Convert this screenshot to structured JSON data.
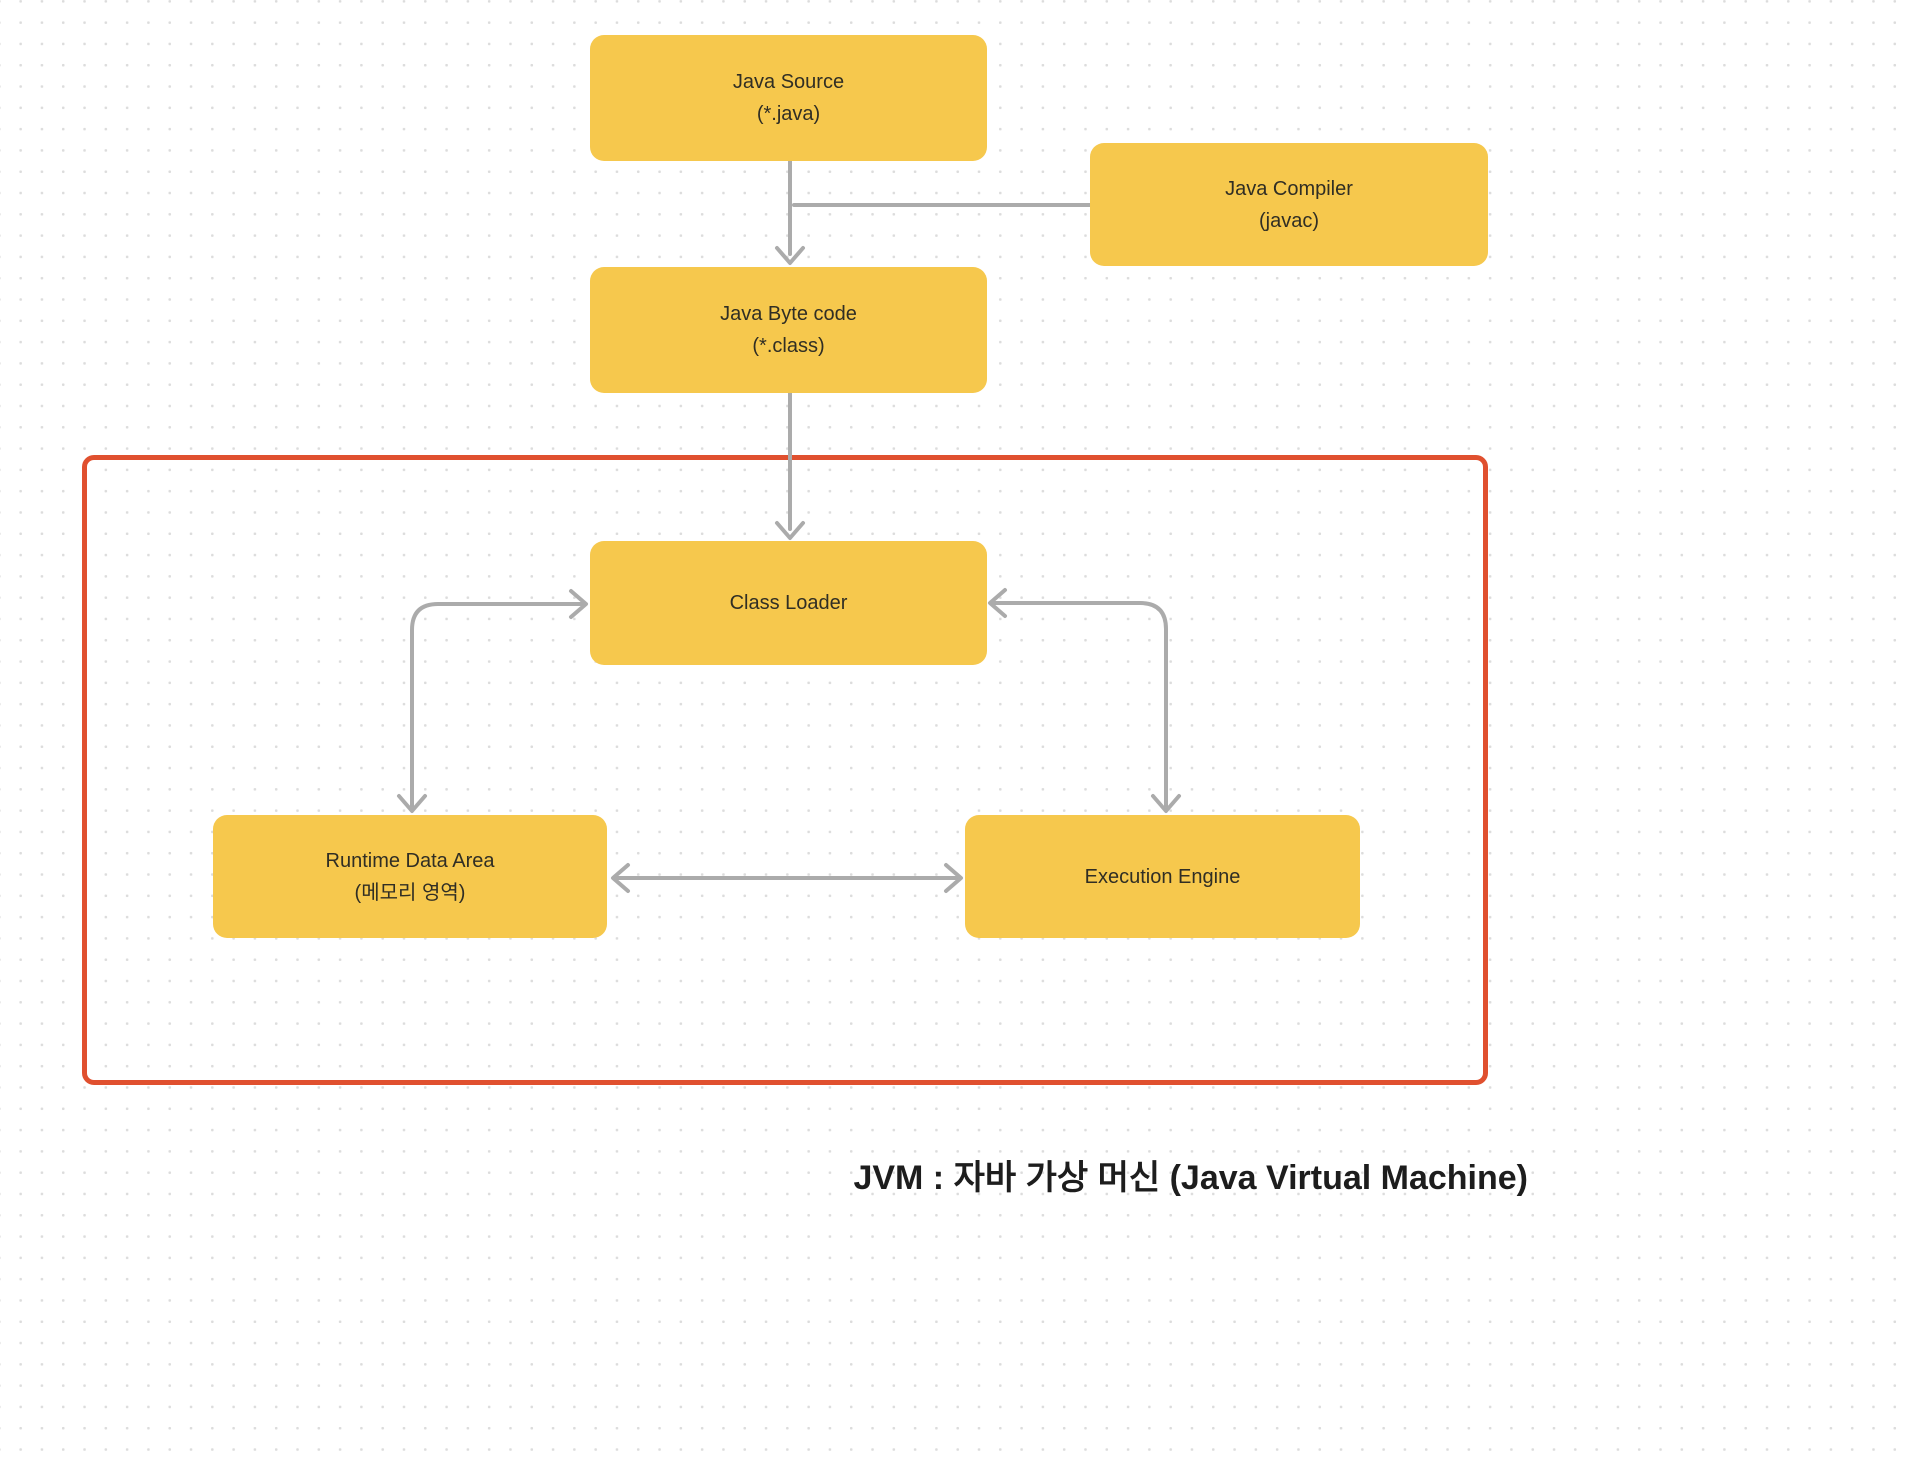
{
  "diagram": {
    "nodes": {
      "java_source": {
        "line1": "Java Source",
        "line2": "(*.java)"
      },
      "java_compiler": {
        "line1": "Java Compiler",
        "line2": "(javac)"
      },
      "java_byte_code": {
        "line1": "Java Byte code",
        "line2": "(*.class)"
      },
      "class_loader": {
        "line1": "Class Loader"
      },
      "runtime_data_area": {
        "line1": "Runtime Data Area",
        "line2": "(메모리 영역)"
      },
      "execution_engine": {
        "line1": "Execution Engine"
      }
    },
    "caption": "JVM : 자바 가상 머신 (Java Virtual Machine)",
    "colors": {
      "node_fill": "#f6c84d",
      "jvm_border": "#e0502f",
      "arrow": "#ababab",
      "dot_grid": "#dcdcdc",
      "node_text": "#302e24",
      "caption_text": "#1d1d1d"
    }
  }
}
